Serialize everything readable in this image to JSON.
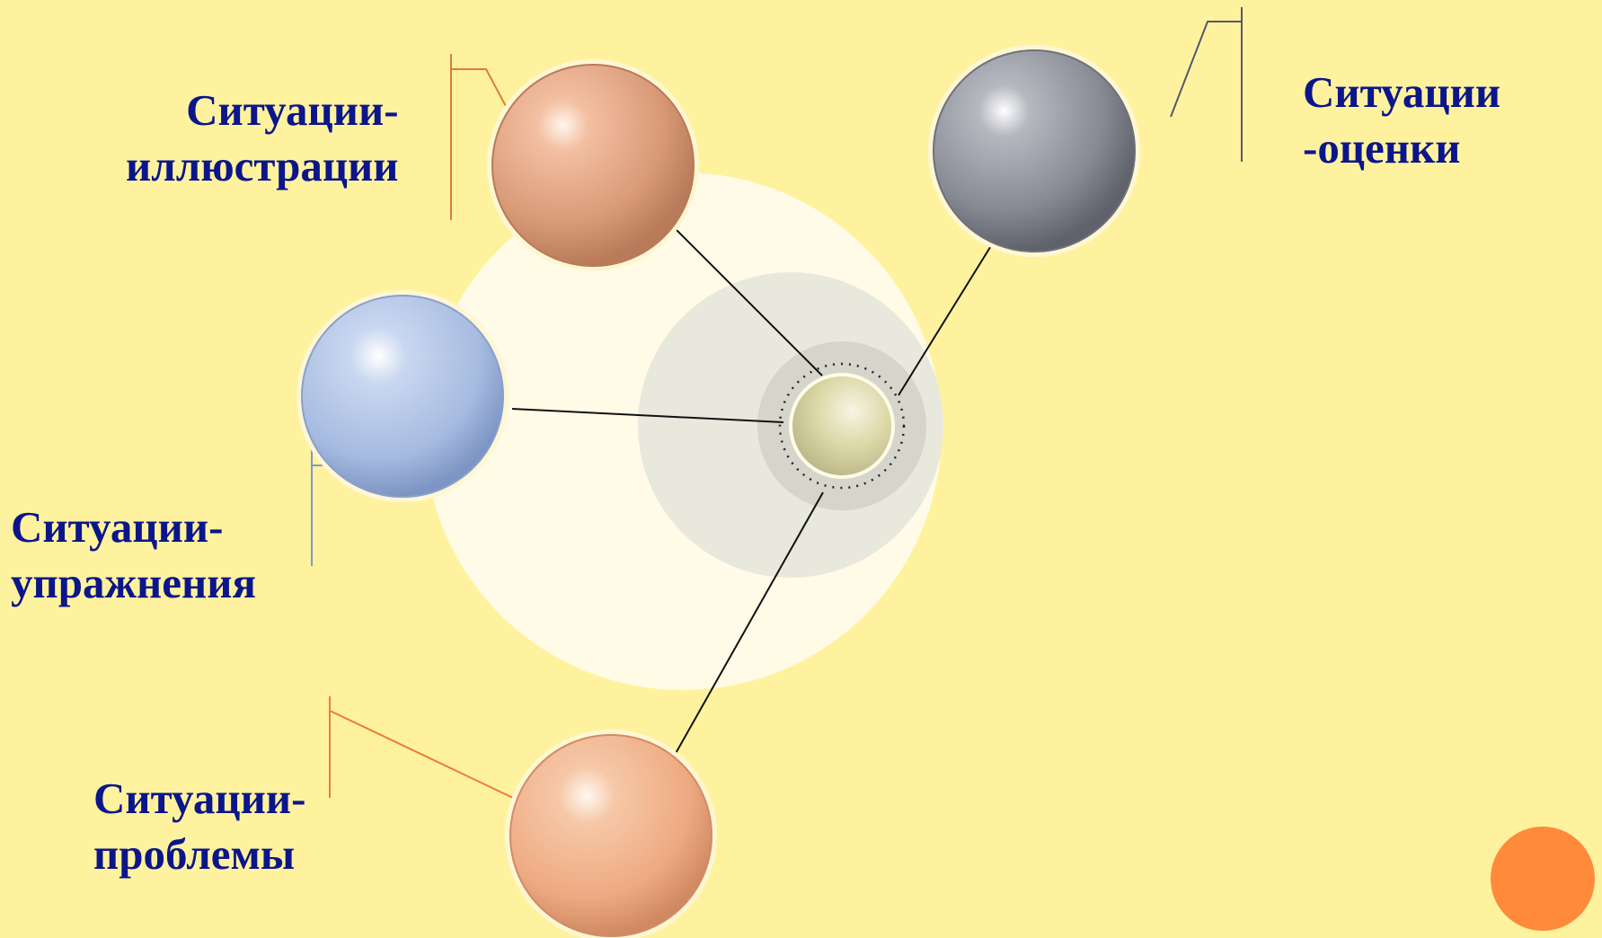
{
  "diagram": {
    "background_color": "#fff29f",
    "label_color": "#0b168a",
    "center_node": {
      "color": "#d8d3a0"
    },
    "nodes": [
      {
        "id": "illustrations",
        "lines": [
          "Ситуации-",
          "иллюстрации"
        ],
        "color": "#dc9a78"
      },
      {
        "id": "assessment",
        "lines": [
          "Ситуации",
          "-оценки"
        ],
        "color": "#8a8d96"
      },
      {
        "id": "exercises",
        "lines": [
          "Ситуации-",
          "упражнения"
        ],
        "color": "#a8bde0"
      },
      {
        "id": "problems",
        "lines": [
          "Ситуации-",
          "проблемы"
        ],
        "color": "#f0a980"
      }
    ],
    "corner_decoration": {
      "color": "#ff8a3a"
    }
  }
}
